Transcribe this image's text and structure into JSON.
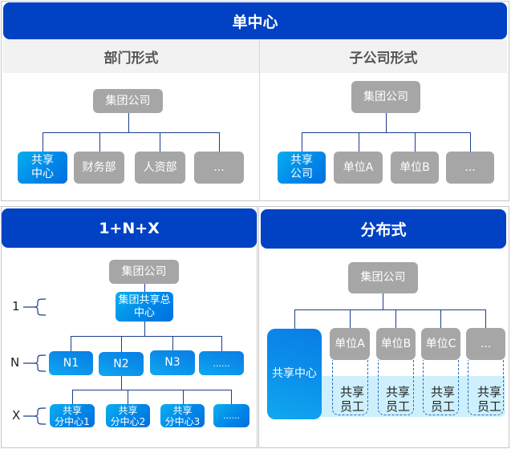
{
  "top_section": {
    "title": "单中心",
    "left": {
      "subtitle": "部门形式",
      "root": "集团公司",
      "children": [
        "共享\n中心",
        "财务部",
        "人资部",
        "..."
      ]
    },
    "right": {
      "subtitle": "子公司形式",
      "root": "集团公司",
      "children": [
        "共享\n公司",
        "单位A",
        "单位B",
        "..."
      ]
    }
  },
  "bottom_left": {
    "title": "1+N+X",
    "root": "集团公司",
    "level_1": "集团共享总\n中心",
    "level_n": [
      "N1",
      "N2",
      "N3",
      "......"
    ],
    "level_x": [
      "共享\n分中心1",
      "共享\n分中心2",
      "共享\n分中心3",
      "......"
    ],
    "tier_labels": [
      "1",
      "N",
      "X"
    ]
  },
  "bottom_right": {
    "title": "分布式",
    "root": "集团公司",
    "shared_center": "共享中心",
    "units": [
      "单位A",
      "单位B",
      "单位C",
      "..."
    ],
    "shared_staff": "共享\n员工"
  },
  "colors": {
    "banner": "#0042c3",
    "gray_node": "#a6a6a6",
    "blue_node": "#0088e8",
    "connector": "#1c3d8c",
    "staff_band": "#cdf0fc"
  }
}
